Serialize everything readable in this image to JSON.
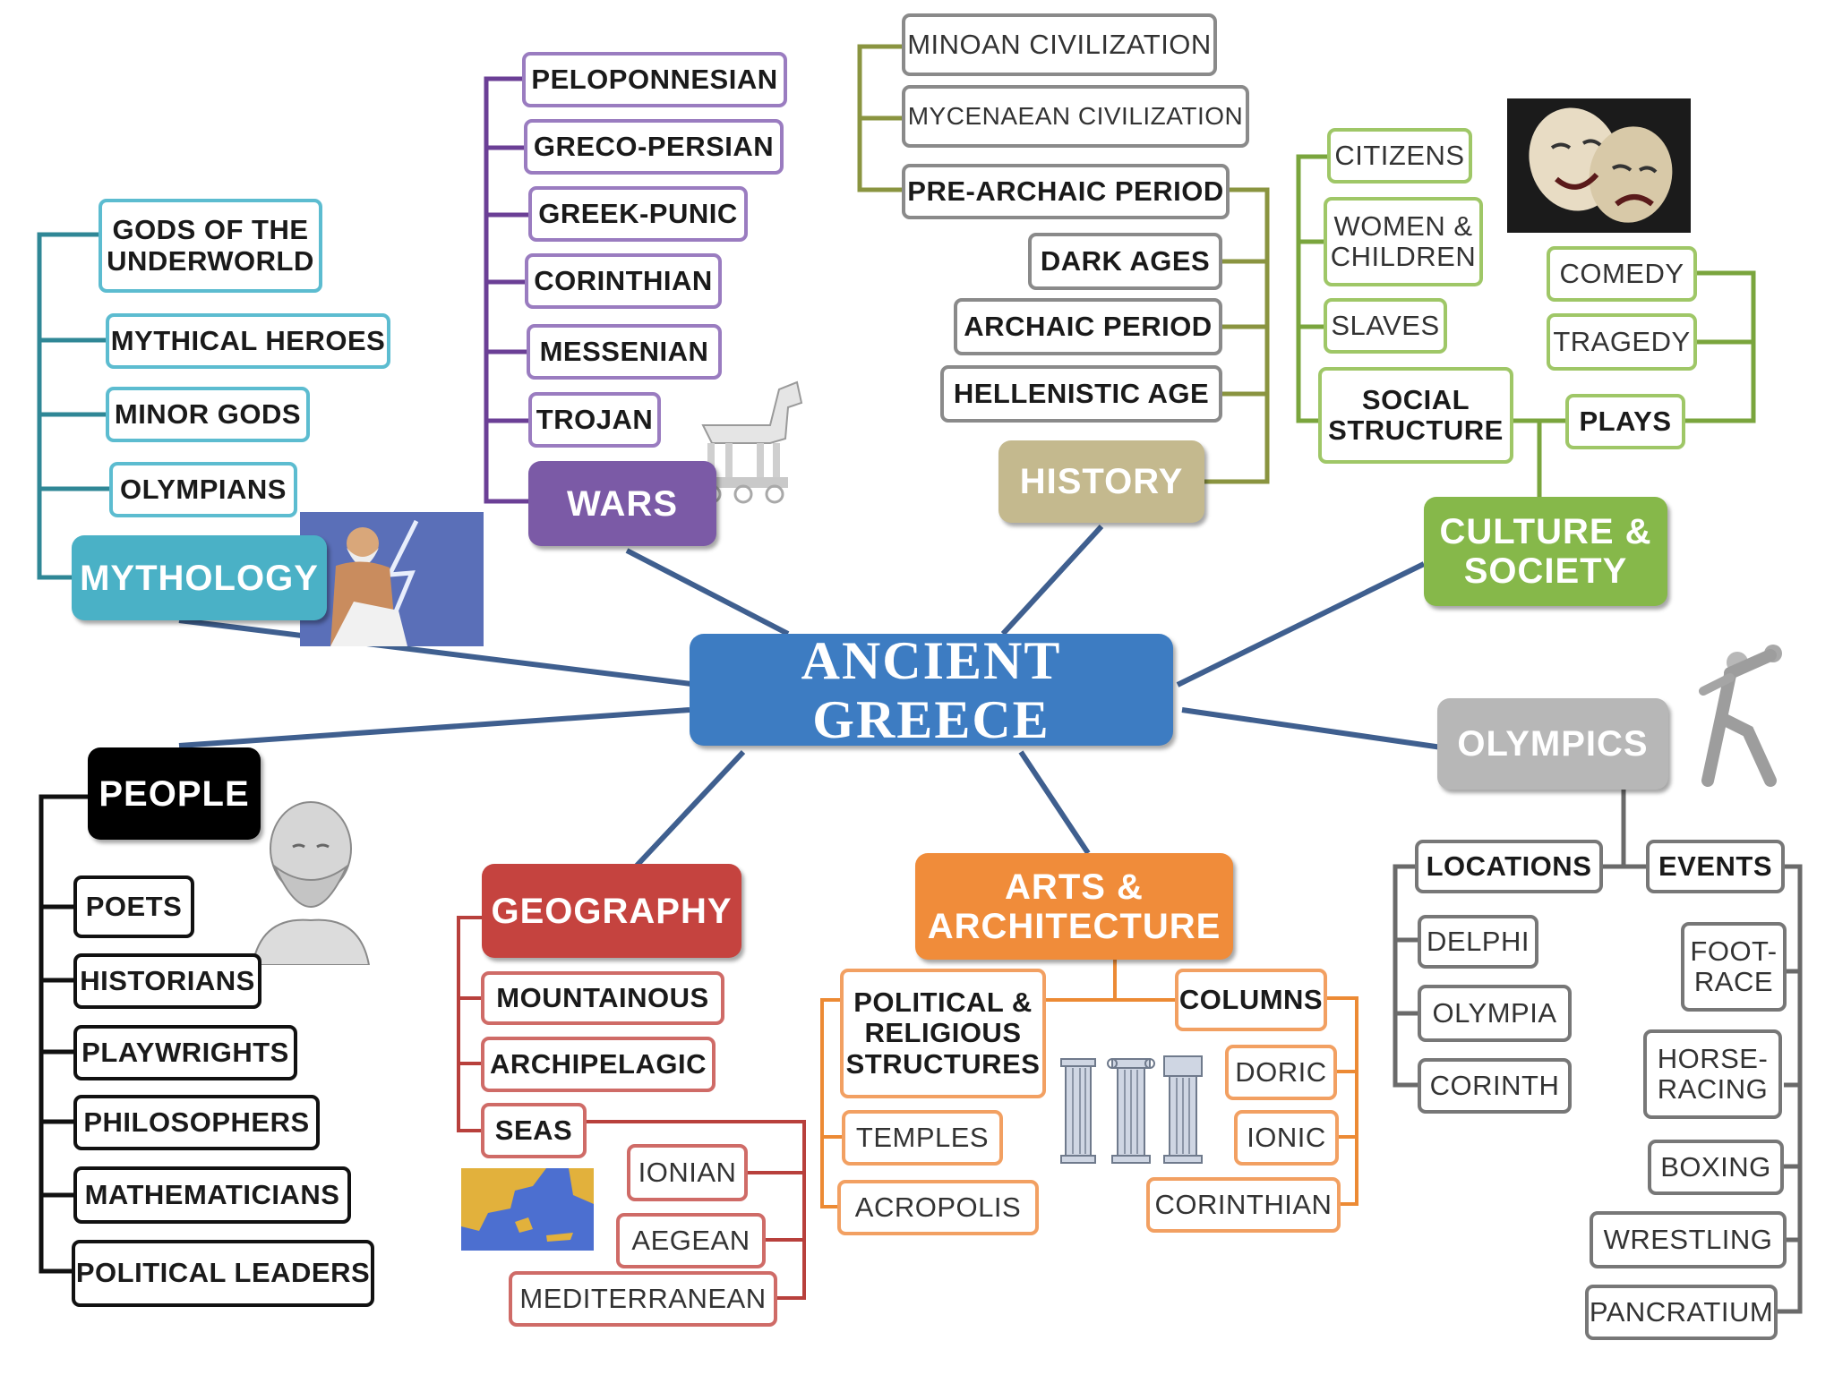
{
  "central": {
    "label": "ANCIENT GREECE",
    "color": "#3d7cc2"
  },
  "branches": {
    "mythology": {
      "label": "MYTHOLOGY",
      "color": "#4ab1c6",
      "line": "#2f8796"
    },
    "wars": {
      "label": "WARS",
      "color": "#7b5aa6",
      "line": "#6b3f96"
    },
    "history": {
      "label": "HISTORY",
      "color": "#c4b98e",
      "line": "#8a9440"
    },
    "culture": {
      "label": "CULTURE &\nSOCIETY",
      "color": "#86b84a",
      "line": "#7aa53d"
    },
    "olympics": {
      "label": "OLYMPICS",
      "color": "#b7b7b7",
      "line": "#6a6a6a"
    },
    "people": {
      "label": "PEOPLE",
      "color": "#000000",
      "line": "#111111"
    },
    "geography": {
      "label": "GEOGRAPHY",
      "color": "#c5433f",
      "line": "#b8403c"
    },
    "arts": {
      "label": "ARTS &\nARCHITECTURE",
      "color": "#f08c3a",
      "line": "#ec8a34"
    }
  },
  "mythology": [
    "GODS OF THE\nUNDERWORLD",
    "MYTHICAL HEROES",
    "MINOR GODS",
    "OLYMPIANS"
  ],
  "wars": [
    "PELOPONNESIAN",
    "GRECO-PERSIAN",
    "GREEK-PUNIC",
    "CORINTHIAN",
    "MESSENIAN",
    "TROJAN"
  ],
  "history": [
    "MINOAN CIVILIZATION",
    "MYCENAEAN CIVILIZATION",
    "PRE-ARCHAIC PERIOD",
    "DARK AGES",
    "ARCHAIC PERIOD",
    "HELLENISTIC AGE"
  ],
  "culture": {
    "society": [
      "CITIZENS",
      "WOMEN &\nCHILDREN",
      "SLAVES",
      "SOCIAL\nSTRUCTURE"
    ],
    "plays_label": "PLAYS",
    "plays": [
      "COMEDY",
      "TRAGEDY"
    ]
  },
  "olympics": {
    "locations_label": "LOCATIONS",
    "locations": [
      "DELPHI",
      "OLYMPIA",
      "CORINTH"
    ],
    "events_label": "EVENTS",
    "events": [
      "FOOT-\nRACE",
      "HORSE-\nRACING",
      "BOXING",
      "WRESTLING",
      "PANCRATIUM"
    ]
  },
  "people": [
    "POETS",
    "HISTORIANS",
    "PLAYWRIGHTS",
    "PHILOSOPHERS",
    "MATHEMATICIANS",
    "POLITICAL LEADERS"
  ],
  "geography": {
    "items": [
      "MOUNTAINOUS",
      "ARCHIPELAGIC",
      "SEAS"
    ],
    "seas": [
      "IONIAN",
      "AEGEAN",
      "MEDITERRANEAN"
    ]
  },
  "arts": {
    "structures_label": "POLITICAL &\nRELIGIOUS\nSTRUCTURES",
    "structures": [
      "TEMPLES",
      "ACROPOLIS"
    ],
    "columns_label": "COLUMNS",
    "columns": [
      "DORIC",
      "IONIC",
      "CORINTHIAN"
    ]
  },
  "images": [
    "zeus-illustration",
    "trojan-horse-illustration",
    "theater-masks-photo",
    "discobolus-statue",
    "socrates-bust",
    "greece-map",
    "greek-columns-illustration"
  ]
}
